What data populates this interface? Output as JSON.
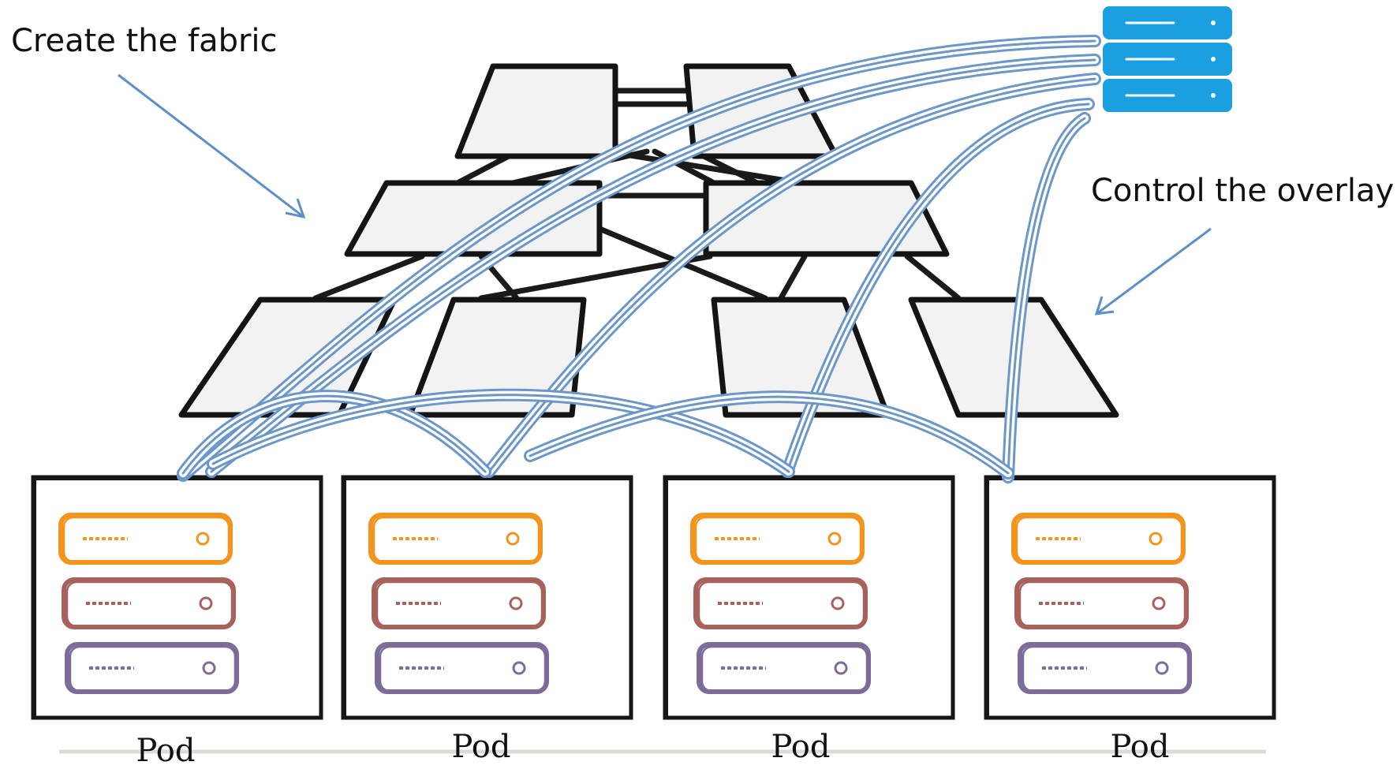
{
  "annotations": {
    "left": "Create the fabric",
    "right": "Control the overlay"
  },
  "pods": [
    {
      "label": "Pod",
      "servers": [
        "orange",
        "brown",
        "purple"
      ]
    },
    {
      "label": "Pod",
      "servers": [
        "orange",
        "brown",
        "purple"
      ]
    },
    {
      "label": "Pod",
      "servers": [
        "orange",
        "brown",
        "purple"
      ]
    },
    {
      "label": "Pod",
      "servers": [
        "orange",
        "brown",
        "purple"
      ]
    }
  ],
  "fabric": {
    "tiers": [
      2,
      2,
      4
    ]
  },
  "colors": {
    "tube": "#6b97c9",
    "controller": "#1a9fe0",
    "server_orange": "#f2941e",
    "server_brown": "#a8625c",
    "server_purple": "#7d6b9a",
    "switch_fill": "#f1f2f1"
  },
  "icons": {
    "controller": "server-stack-icon"
  }
}
